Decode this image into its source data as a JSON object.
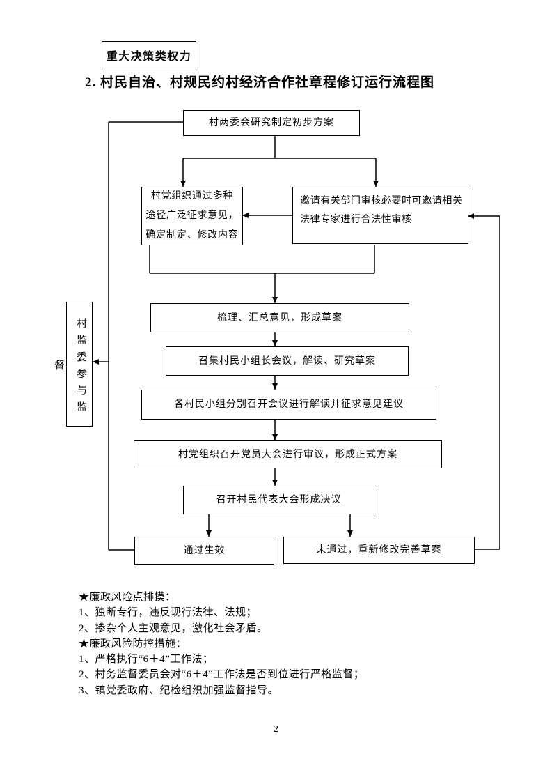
{
  "page": {
    "category_label": "重大决策类权力",
    "title": "2. 村民自治、村规民约村经济合作社章程修订运行流程图",
    "page_number": "2"
  },
  "flowchart": {
    "nodes": {
      "start": "村两委会研究制定初步方案",
      "party_solicit": "村党组织通过多种\n途径广泛征求意见，\n确定制定、修改内容",
      "legal_review": "邀请有关部门审核必要时可邀请相关\n法律专家进行合法性审核",
      "consolidate": "梳理、汇总意见，形成草案",
      "group_leader_meeting": "召集村民小组长会议，解读、研究草案",
      "group_meetings": "各村民小组分别召开会议进行解读并征求意见建议",
      "party_congress": "村党组织召开党员大会进行审议，形成正式方案",
      "representative_congress": "召开村民代表大会形成决议",
      "approved": "通过生效",
      "rejected": "未通过，重新修改完善草案",
      "supervision": "村监委参与监督"
    }
  },
  "notes": {
    "lines": [
      "★廉政风险点排摸：",
      "1、独断专行，违反现行法律、法规；",
      "2、掺杂个人主观意见，激化社会矛盾。",
      "★廉政风险防控措施：",
      "1、严格执行“6＋4”工作法；",
      "2、村务监督委员会对“6＋4”工作法是否到位进行严格监督；",
      "3、镇党委政府、纪检组织加强监督指导。"
    ]
  }
}
